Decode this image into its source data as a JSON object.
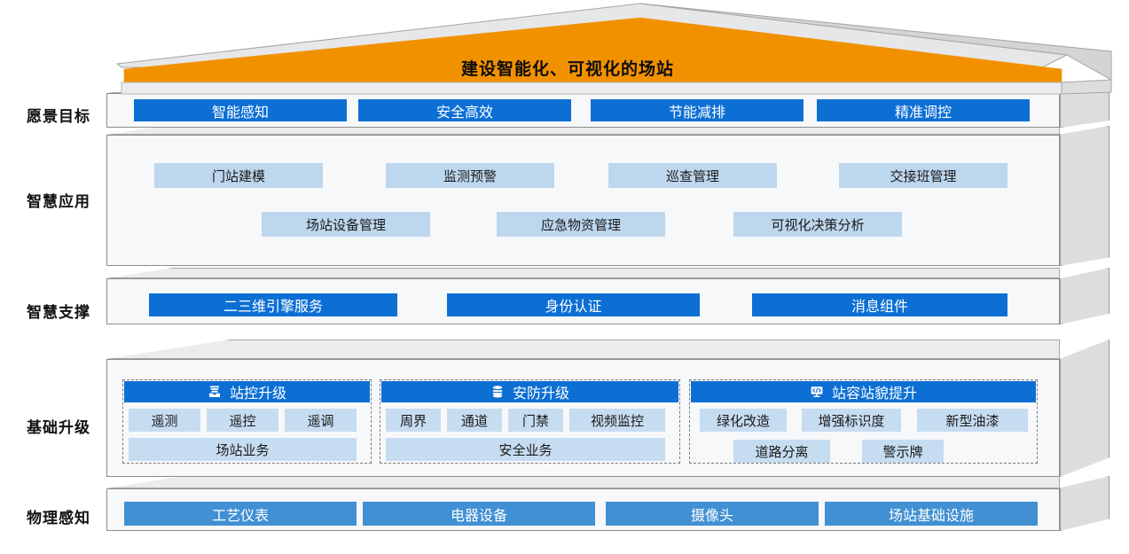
{
  "diagram": {
    "title": "建设智能化、可视化的场站",
    "colors": {
      "roof_accent": "#F29100",
      "primary_blue": "#0D6FD4",
      "secondary_blue": "#4190D3",
      "light_blue": "#BDD7EE",
      "band_face": "#F7F8FA",
      "band_side": "#DCDDDF",
      "band_top": "#EBECEE"
    },
    "layers": [
      {
        "label": "愿景目标",
        "style": "blue",
        "items": [
          {
            "text": "智能感知"
          },
          {
            "text": "安全高效"
          },
          {
            "text": "节能减排"
          },
          {
            "text": "精准调控"
          }
        ]
      },
      {
        "label": "智慧应用",
        "style": "lightblue",
        "row1": [
          {
            "text": "门站建模"
          },
          {
            "text": "监测预警"
          },
          {
            "text": "巡查管理"
          },
          {
            "text": "交接班管理"
          }
        ],
        "row2": [
          {
            "text": "场站设备管理"
          },
          {
            "text": "应急物资管理"
          },
          {
            "text": "可视化决策分析"
          }
        ]
      },
      {
        "label": "智慧支撑",
        "style": "blue",
        "items": [
          {
            "text": "二三维引擎服务"
          },
          {
            "text": "身份认证"
          },
          {
            "text": "消息组件"
          }
        ]
      },
      {
        "label": "基础升级",
        "style": "groups",
        "groups": [
          {
            "head": "站控升级",
            "icon": "server-stack-icon",
            "chips": [
              "遥测",
              "遥控",
              "遥调"
            ],
            "wide": [
              "场站业务"
            ]
          },
          {
            "head": "安防升级",
            "icon": "database-layers-icon",
            "chips": [
              "周界",
              "通道",
              "门禁",
              "视频监控"
            ],
            "wide": [
              "安全业务"
            ]
          },
          {
            "head": "站容站貌提升",
            "icon": "code-monitor-icon",
            "chips": [
              "绿化改造",
              "增强标识度",
              "新型油漆"
            ],
            "wide": [
              "道路分离",
              "警示牌"
            ]
          }
        ]
      },
      {
        "label": "物理感知",
        "style": "blue2",
        "items": [
          {
            "text": "工艺仪表"
          },
          {
            "text": "电器设备"
          },
          {
            "text": "摄像头"
          },
          {
            "text": "场站基础设施"
          }
        ]
      }
    ]
  }
}
